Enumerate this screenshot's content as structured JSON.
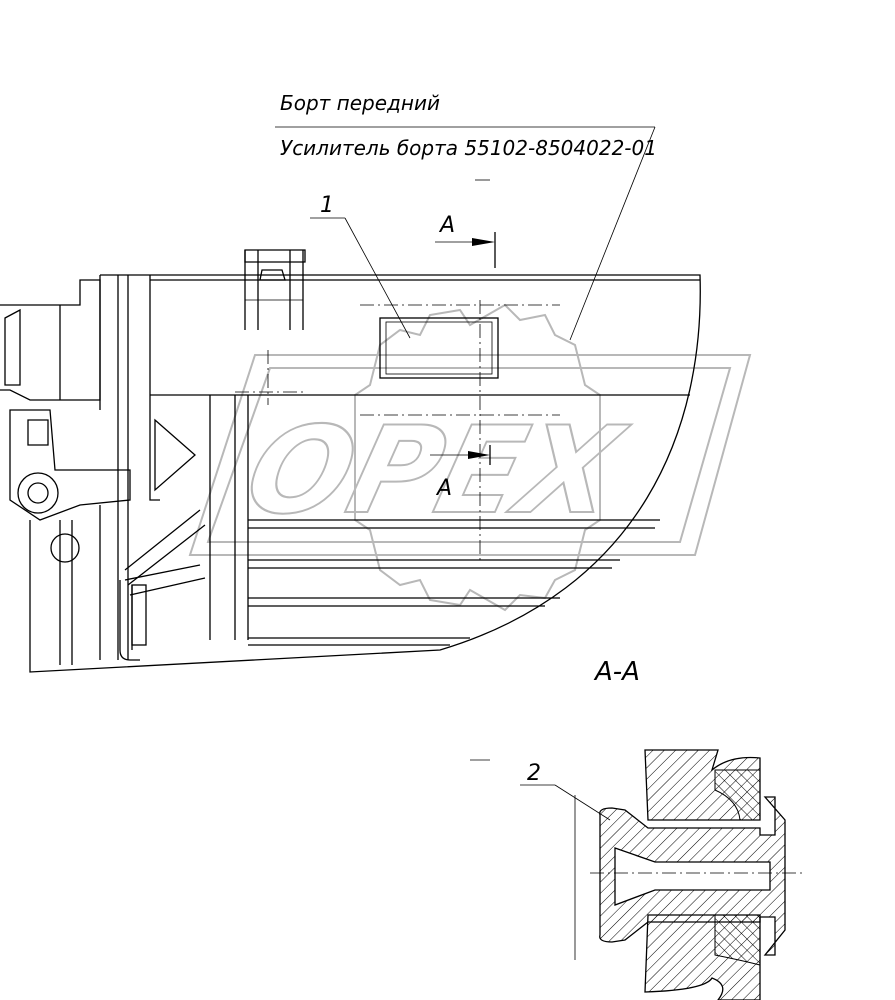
{
  "callout_top": {
    "line1": "Борт передний",
    "line2": "Усилитель борта 55102-8504022-01"
  },
  "item_numbers": {
    "item1": "1",
    "item2": "2"
  },
  "section_marks": {
    "upper": "A",
    "lower": "A",
    "view_title": "A-A"
  },
  "watermark": {
    "text": "OPEX",
    "color": "#b8b8b8"
  }
}
